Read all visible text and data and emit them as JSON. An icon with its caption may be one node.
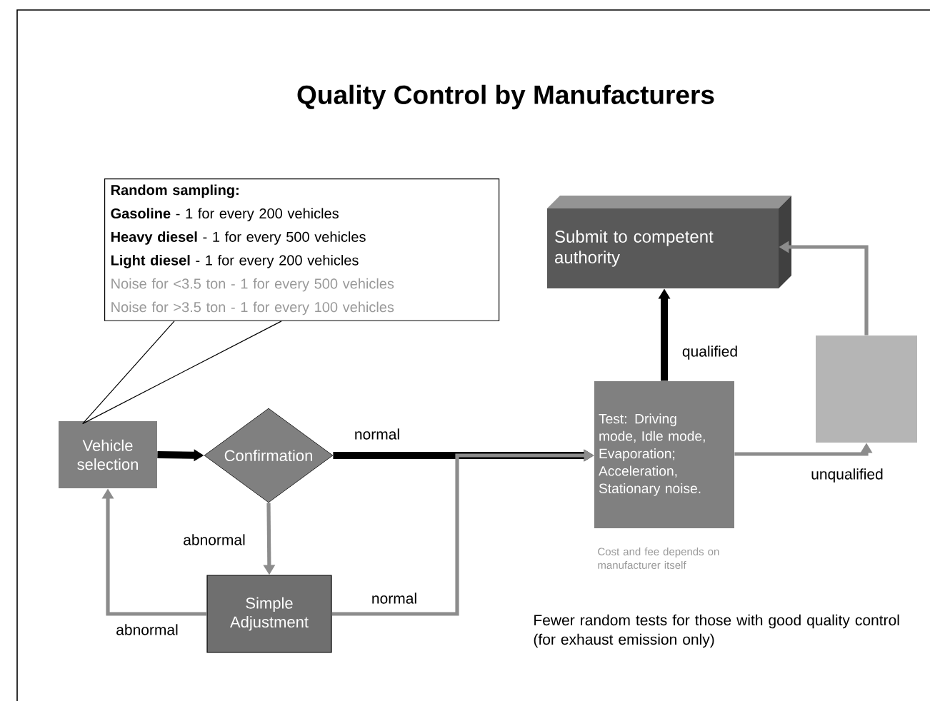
{
  "diagram": {
    "title": "Quality Control by Manufacturers",
    "nodes": [
      {
        "text": [
          "Random sampling:",
          "**Gasoline** - 1 for every 200 vehicles",
          "**Heavy diesel** - 1 for every 500 vehicles",
          "**Light diesel** - 1 for every 200 vehicles",
          "Noise for <3.5 ton - 1 for every 500 vehicles",
          "Noise for >3.5 ton - 1 for every 100 vehicles"
        ]
      },
      {
        "text": [
          "Vehicle selection"
        ]
      },
      {
        "text": [
          "Confirmation"
        ]
      },
      {
        "text": [
          "Simple Adjustment"
        ]
      },
      {
        "text": [
          "Test: Driving mode, Idle mode, Evaporation; Acceleration, Stationary noise."
        ],
        "beside": [
          "Cost and fee depends on manufacturer itself"
        ]
      },
      {
        "text": [
          "Submit to competent authority"
        ]
      },
      {
        "text": [],
        "shape": "box"
      }
    ],
    "edges": [
      {
        "from": 0,
        "to": 1,
        "arrow": "none",
        "color": "#000000"
      },
      {
        "from": 1,
        "to": 2,
        "arrow": "to",
        "style": "thick",
        "color": "#000000"
      },
      {
        "from": 2,
        "to": 4,
        "arrow": "to",
        "label": "normal",
        "style": "thick",
        "color": "#000000"
      },
      {
        "from": 2,
        "to": 3,
        "arrow": "to",
        "label": "abnormal",
        "color": "#8c8c8c"
      },
      {
        "from": 3,
        "to": 1,
        "arrow": "to",
        "label": "abnormal",
        "color": "#8c8c8c"
      },
      {
        "from": 3,
        "to": 4,
        "arrow": "to",
        "label": "normal",
        "color": "#8c8c8c"
      },
      {
        "from": 4,
        "to": 5,
        "arrow": "to",
        "label": "qualified",
        "style": "thick",
        "color": "#000000"
      },
      {
        "from": 4,
        "to": 6,
        "arrow": "to",
        "label": "unqualified",
        "color": "#8c8c8c"
      },
      {
        "from": 6,
        "to": 5,
        "arrow": "to",
        "color": "#8c8c8c"
      }
    ],
    "labels": [
      "Fewer random tests for those with good quality control (for exhaust emission only)"
    ]
  }
}
